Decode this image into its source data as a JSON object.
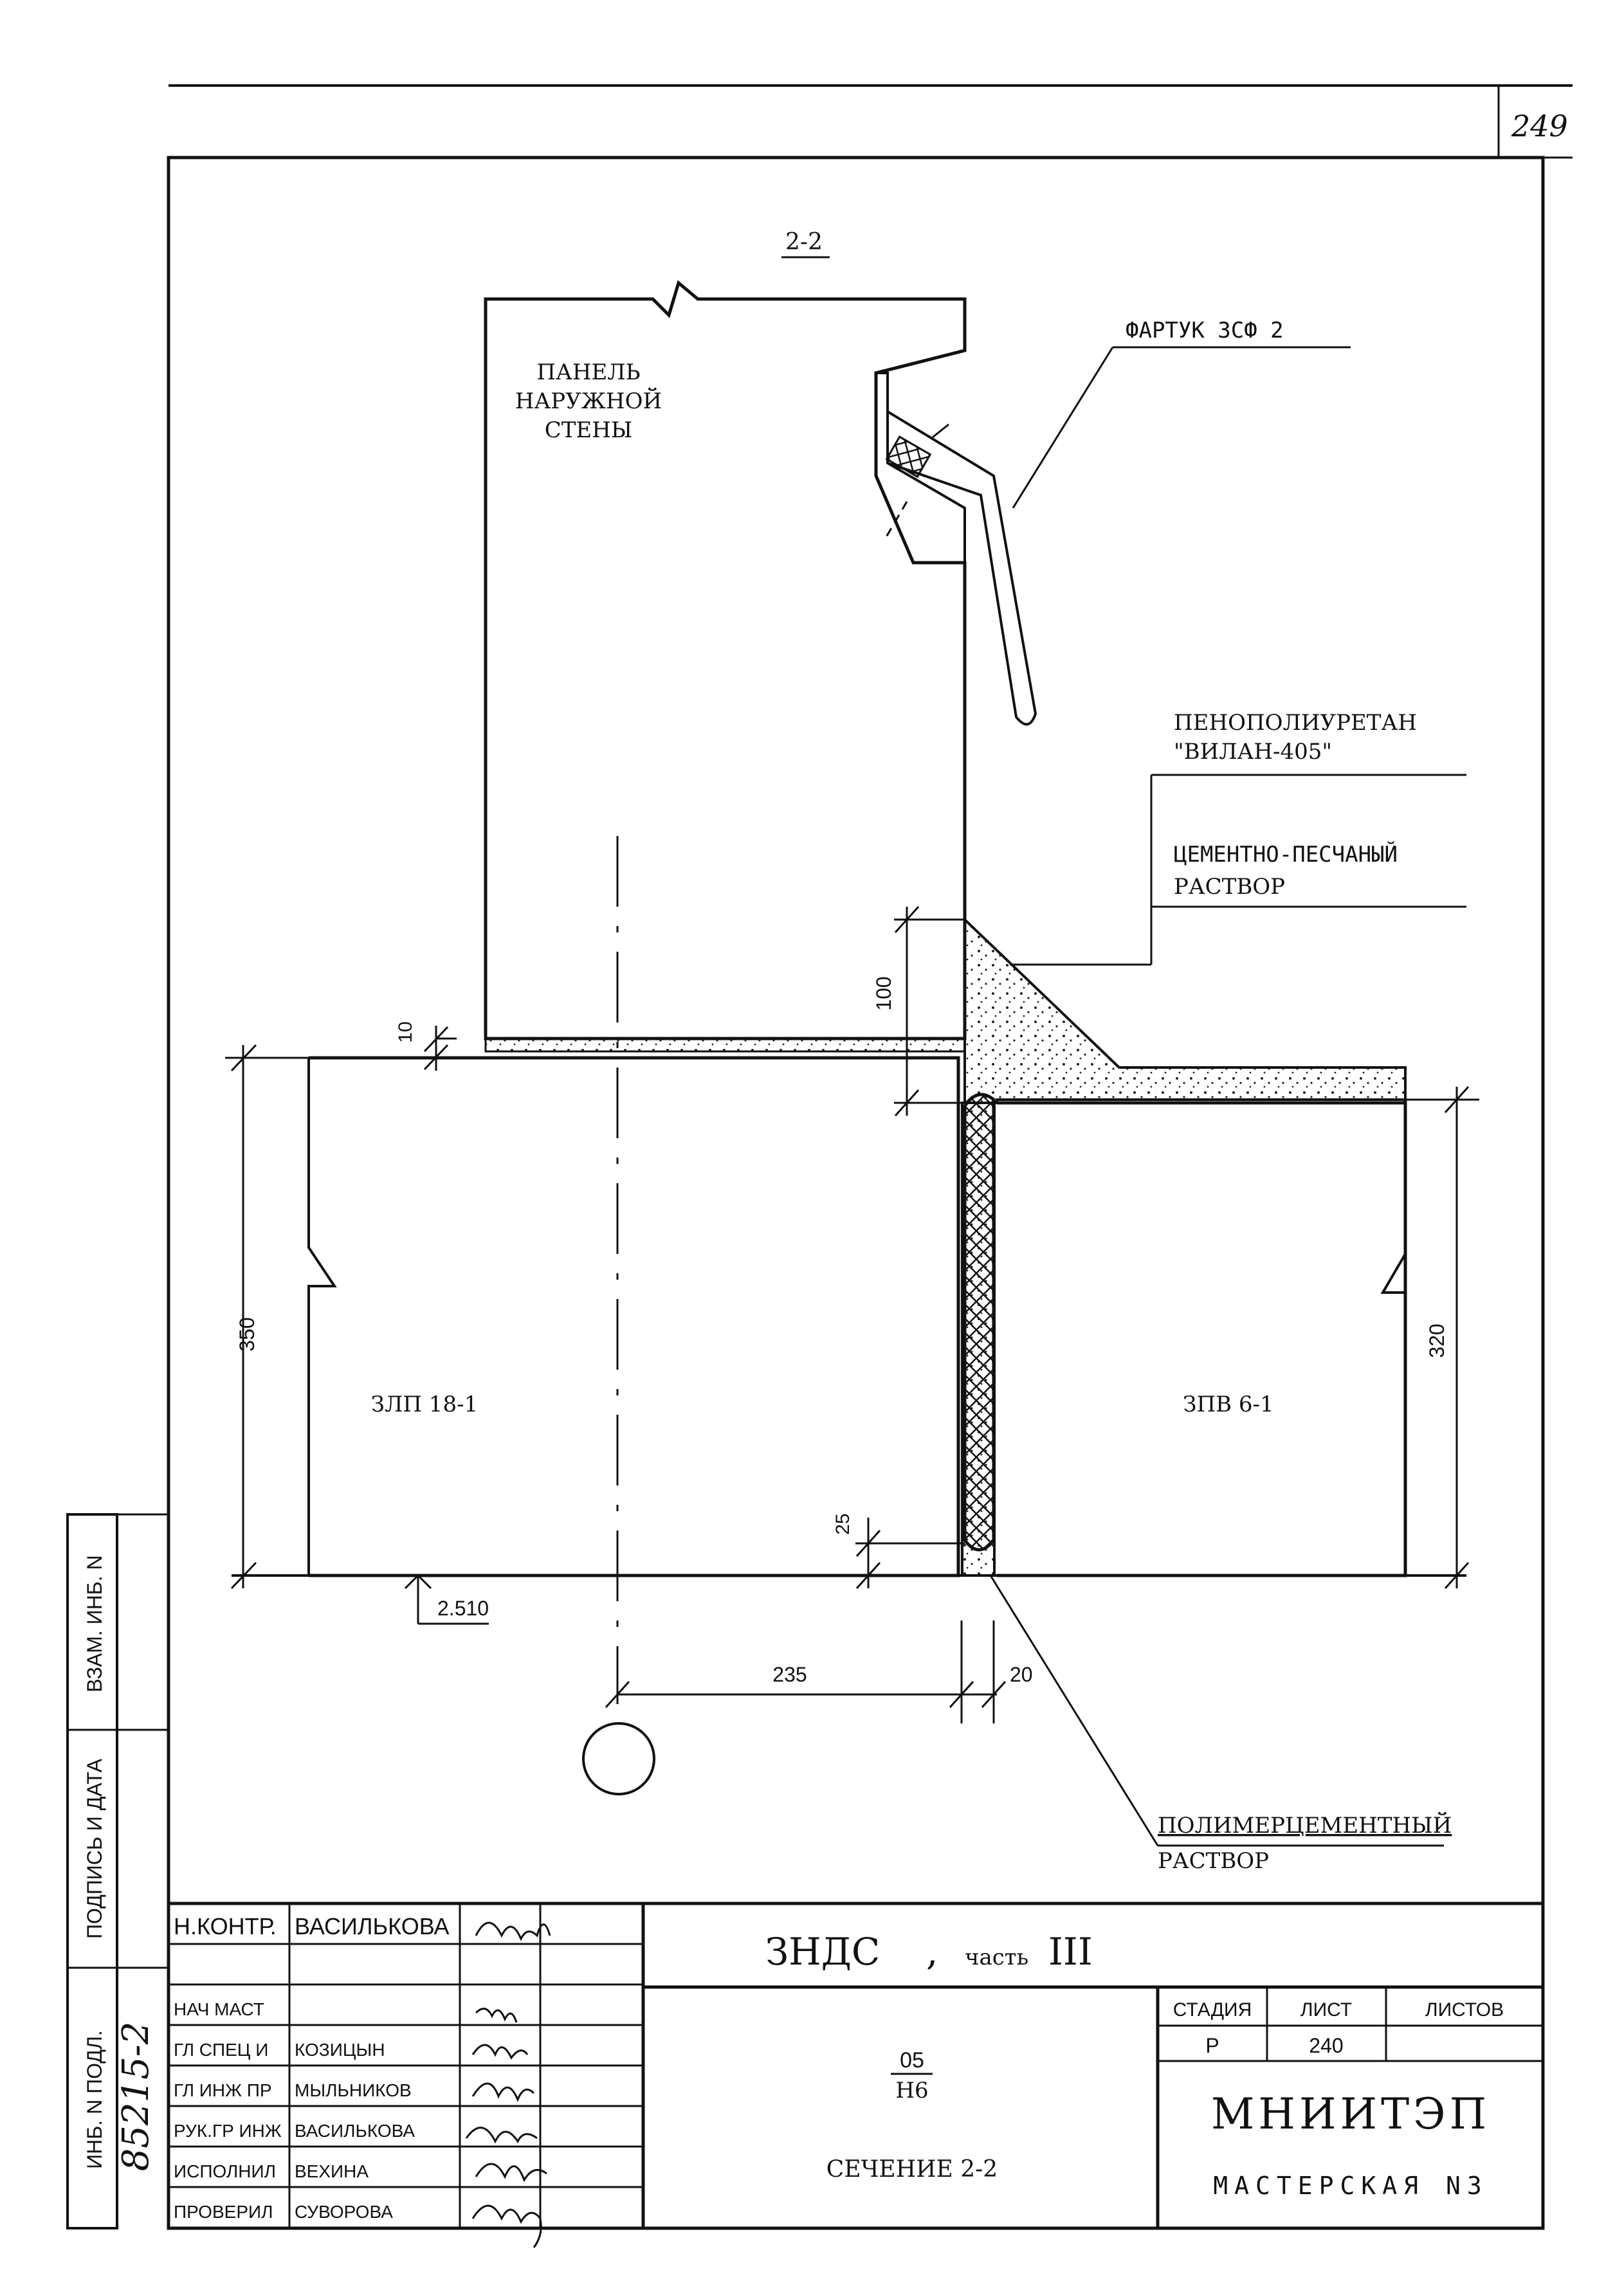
{
  "sheet": {
    "corner_number": "249"
  },
  "drawing": {
    "section_mark": "2-2",
    "panel_label": [
      "ПАНЕЛЬ",
      "НАРУЖНОЙ",
      "СТЕНЫ"
    ],
    "fartuk_label": "ФАРТУК ЗСФ 2",
    "foam_label": [
      "ПЕНОПОЛИУРЕТАН",
      "\"ВИЛАН-405\""
    ],
    "mortar_label": [
      "ЦЕМЕНТНО-ПЕСЧАНЫЙ",
      "РАСТВОР"
    ],
    "polymer_label": [
      "ПОЛИМЕРЦЕМЕНТНЫЙ",
      "РАСТВОР"
    ],
    "left_element": "ЗЛП 18-1",
    "right_element": "ЗПВ 6-1",
    "dims": {
      "d10": "10",
      "d100": "100",
      "d350": "350",
      "d320": "320",
      "d25": "25",
      "d235": "235",
      "d20": "20",
      "level": "2.510"
    }
  },
  "side_stamp": {
    "cells": [
      "ВЗАМ. ИНБ. N",
      "ПОДПИСЬ И ДАТА",
      "ИНБ. N ПОДЛ."
    ],
    "handwritten_number": "85215-2"
  },
  "title_block": {
    "project": "ЗНДС",
    "part_prefix": "часть",
    "part": "III",
    "code_top": "05",
    "code_bottom": "Н6",
    "sheet_title": "СЕЧЕНИЕ 2-2",
    "headers": {
      "stage": "СТАДИЯ",
      "sheet": "ЛИСТ",
      "sheets": "ЛИСТОВ"
    },
    "values": {
      "stage": "Р",
      "sheet": "240",
      "sheets": ""
    },
    "org": "МНИИТЭП",
    "workshop": "МАСТЕРСКАЯ N3",
    "staff": [
      {
        "role": "Н.КОНТР.",
        "name": "ВАСИЛЬКОВА"
      },
      {
        "role": "",
        "name": ""
      },
      {
        "role": "НАЧ МАСТ",
        "name": ""
      },
      {
        "role": "ГЛ СПЕЦ И",
        "name": "КОЗИЦЫН"
      },
      {
        "role": "ГЛ ИНЖ ПР",
        "name": "МЫЛЬНИКОВ"
      },
      {
        "role": "РУК.ГР ИНЖ",
        "name": "ВАСИЛЬКОВА"
      },
      {
        "role": "ИСПОЛНИЛ",
        "name": "ВЕХИНА"
      },
      {
        "role": "ПРОВЕРИЛ",
        "name": "СУВОРОВА"
      }
    ]
  }
}
